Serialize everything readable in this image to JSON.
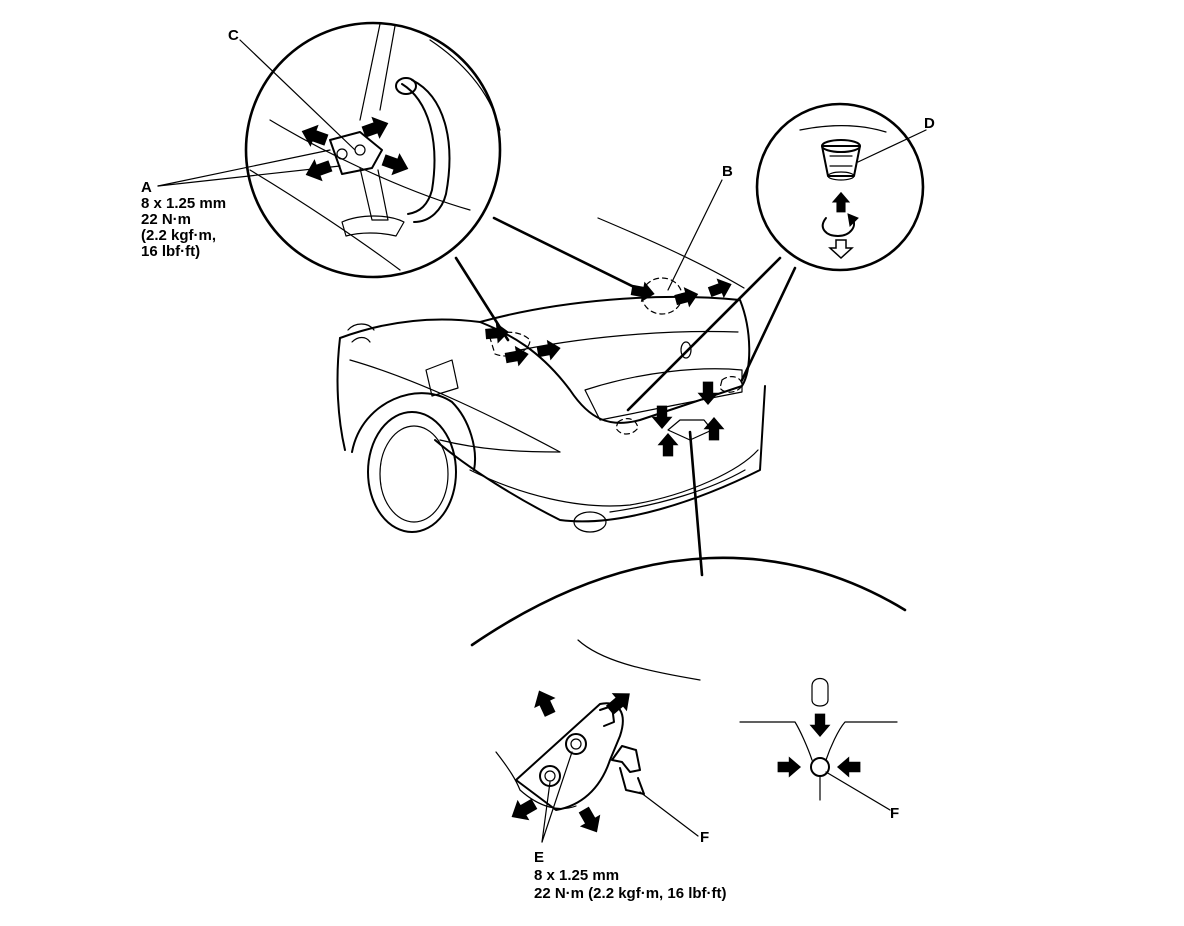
{
  "labels": {
    "A": "A",
    "B": "B",
    "C": "C",
    "D": "D",
    "E": "E",
    "F_left": "F",
    "F_right": "F"
  },
  "specs": {
    "A_line1": "8 x 1.25 mm",
    "A_line2": "22 N·m",
    "A_line3": "(2.2 kgf·m,",
    "A_line4": "16 lbf·ft)",
    "E_line1": "8 x 1.25 mm",
    "E_line2": "22 N·m (2.2 kgf·m, 16 lbf·ft)"
  },
  "colors": {
    "ink": "#000000",
    "paper": "#ffffff"
  },
  "icons": [
    "solid-arrow-icon",
    "hollow-arrow-icon",
    "rotate-arrow-icon",
    "bolt-icon",
    "clip-icon"
  ]
}
